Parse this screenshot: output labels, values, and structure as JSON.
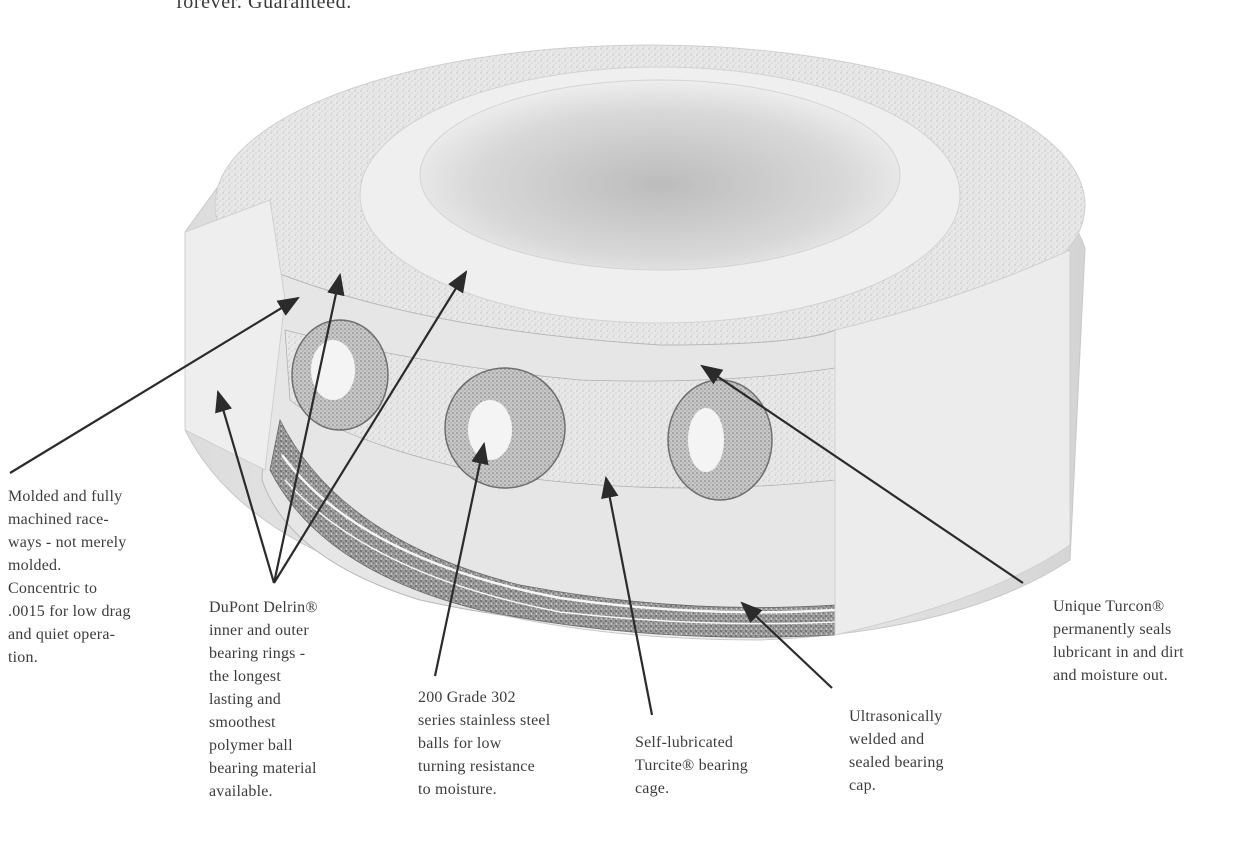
{
  "header": {
    "intro_text_fragment": "forever. Guaranteed."
  },
  "callouts": [
    {
      "id": "raceways",
      "text": "Molded and fully\nmachined race-\nways - not merely\nmolded.\nConcentric to\n.0015 for low drag\nand quiet opera-\ntion."
    },
    {
      "id": "rings",
      "text": "DuPont Delrin®\ninner and outer\nbearing rings -\nthe longest\nlasting and\nsmoothest\npolymer ball\nbearing material\navailable."
    },
    {
      "id": "balls",
      "text": "200 Grade 302\nseries stainless steel\nballs for low\nturning resistance\nto moisture."
    },
    {
      "id": "cage",
      "text": "Self-lubricated\nTurcite® bearing\ncage."
    },
    {
      "id": "cap",
      "text": "Ultrasonically\nwelded and\nsealed bearing\ncap."
    },
    {
      "id": "seal",
      "text": "Unique Turcon®\npermanently seals\nlubricant in and dirt\nand moisture out."
    }
  ],
  "colors": {
    "ink": "#2b2b2b",
    "bearing_body": "#ededed",
    "bearing_shadow": "#cfcfcf",
    "bearing_dark": "#8a8a8a",
    "ball_outline": "#6f6f6f"
  },
  "icons": [
    "bearing-illustration",
    "leader-arrow"
  ]
}
